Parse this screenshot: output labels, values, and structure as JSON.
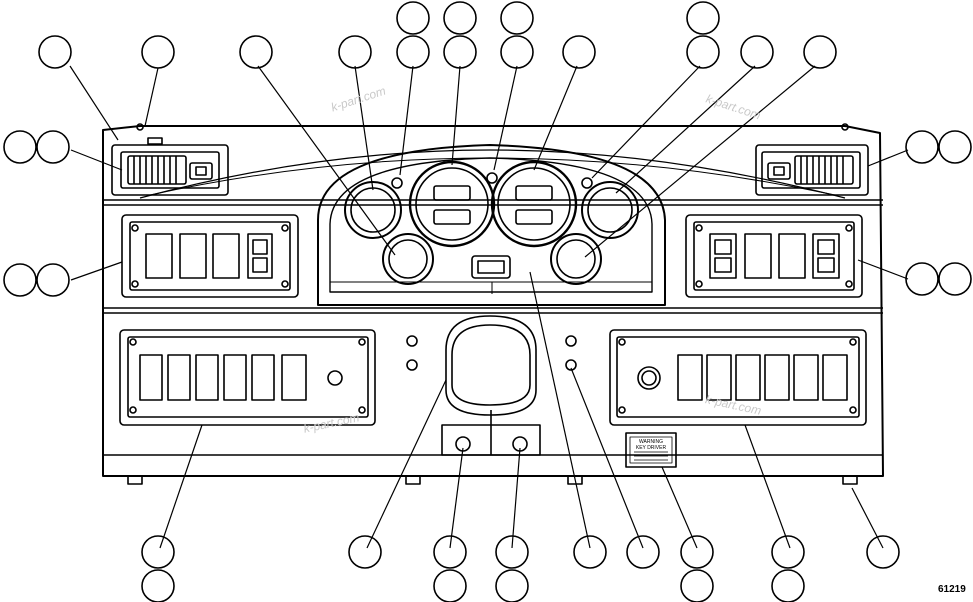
{
  "figure": {
    "id": "61219"
  },
  "watermark": {
    "text": "k-part.com"
  },
  "label": {
    "line1": "WARNING",
    "line2": "KEY DRIVER"
  }
}
